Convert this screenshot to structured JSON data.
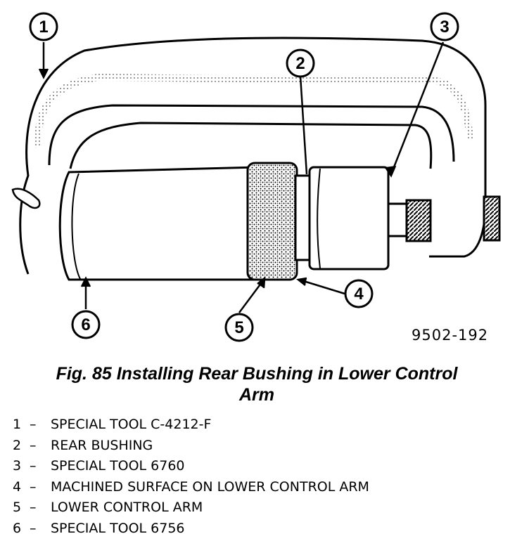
{
  "figure": {
    "reference_id": "9502-192",
    "callouts": [
      "1",
      "2",
      "3",
      "4",
      "5",
      "6"
    ]
  },
  "caption": {
    "line1": "Fig. 85 Installing Rear Bushing in Lower Control",
    "line2": "Arm"
  },
  "legend": [
    {
      "num": "1",
      "dash": "–",
      "text": "SPECIAL TOOL C-4212-F"
    },
    {
      "num": "2",
      "dash": "–",
      "text": "REAR BUSHING"
    },
    {
      "num": "3",
      "dash": "–",
      "text": "SPECIAL TOOL 6760"
    },
    {
      "num": "4",
      "dash": "–",
      "text": "MACHINED SURFACE ON LOWER CONTROL ARM"
    },
    {
      "num": "5",
      "dash": "–",
      "text": "LOWER CONTROL ARM"
    },
    {
      "num": "6",
      "dash": "–",
      "text": "SPECIAL TOOL 6756"
    }
  ]
}
